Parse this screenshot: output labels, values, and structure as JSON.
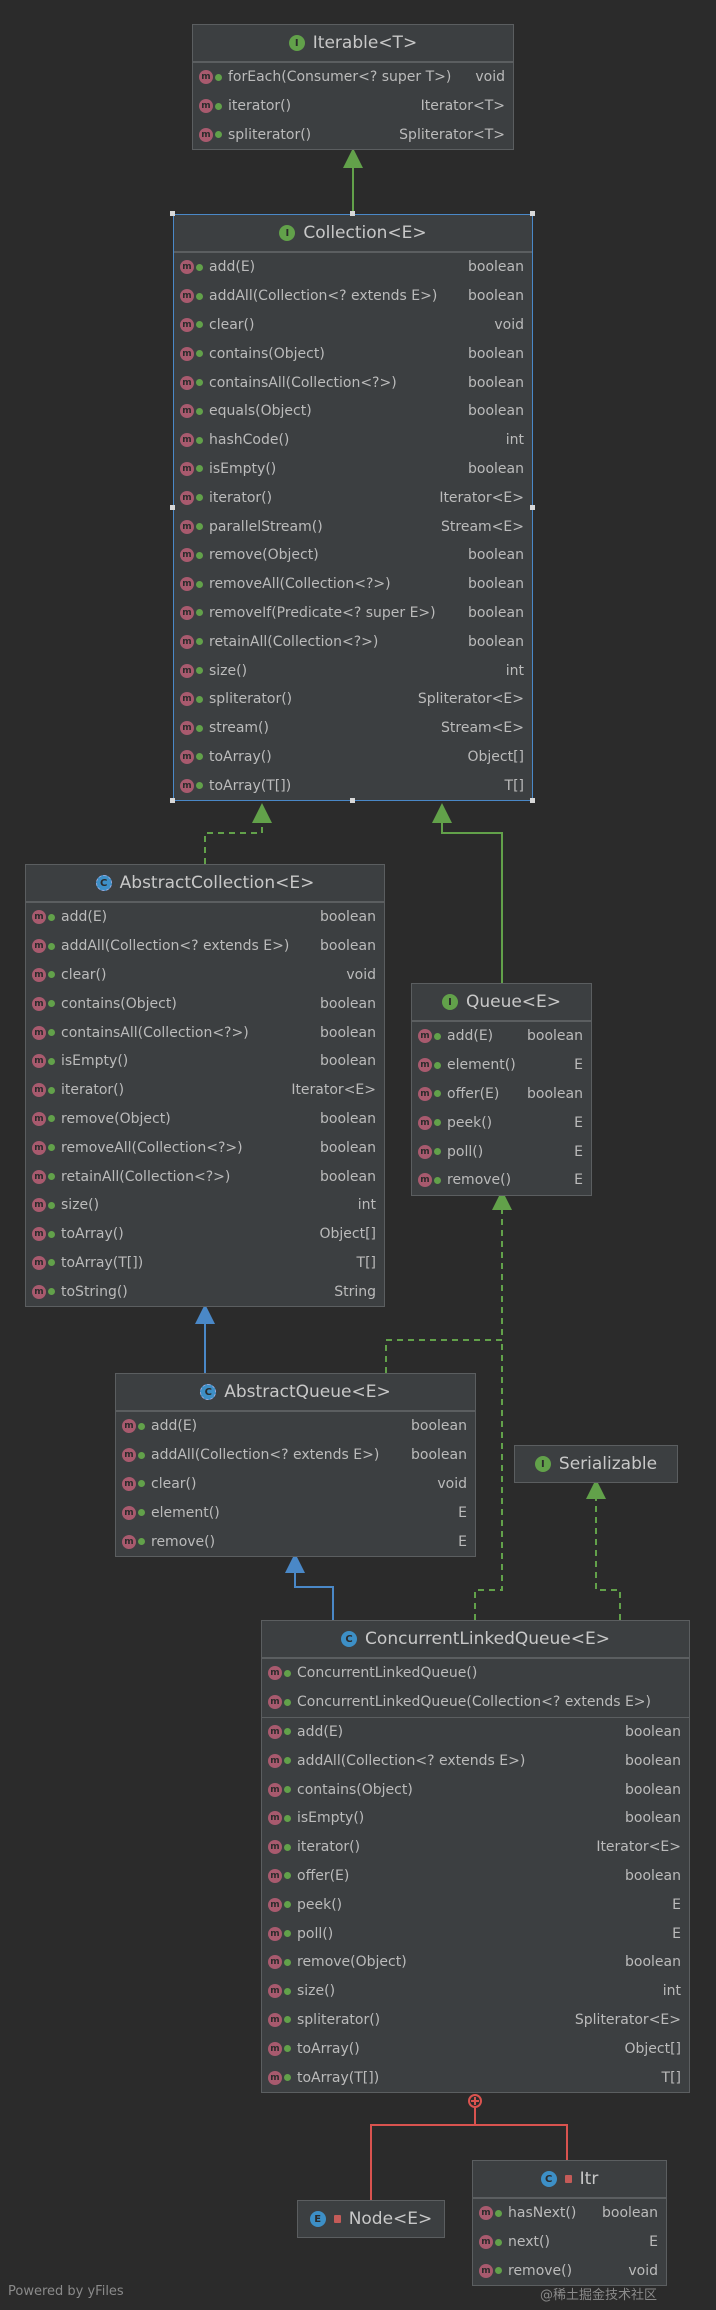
{
  "footer": {
    "powered_by": "Powered by yFiles",
    "watermark": "@稀土掘金技术社区"
  },
  "colors": {
    "background": "#2b2b2b",
    "node": "#3c3f41",
    "interface_edge": "#62a14a",
    "class_edge": "#4a88c7",
    "inner_edge": "#d9534f"
  },
  "nodes": [
    {
      "id": "iterable",
      "title": "Iterable<T>",
      "kind": "i",
      "sections": [
        [
          {
            "name": "forEach(Consumer<? super T>)",
            "type": "void"
          },
          {
            "name": "iterator()",
            "type": "Iterator<T>"
          },
          {
            "name": "spliterator()",
            "type": "Spliterator<T>"
          }
        ]
      ]
    },
    {
      "id": "collection",
      "title": "Collection<E>",
      "kind": "i",
      "sections": [
        [
          {
            "name": "add(E)",
            "type": "boolean"
          },
          {
            "name": "addAll(Collection<? extends E>)",
            "type": "boolean"
          },
          {
            "name": "clear()",
            "type": "void"
          },
          {
            "name": "contains(Object)",
            "type": "boolean"
          },
          {
            "name": "containsAll(Collection<?>)",
            "type": "boolean"
          },
          {
            "name": "equals(Object)",
            "type": "boolean"
          },
          {
            "name": "hashCode()",
            "type": "int"
          },
          {
            "name": "isEmpty()",
            "type": "boolean"
          },
          {
            "name": "iterator()",
            "type": "Iterator<E>"
          },
          {
            "name": "parallelStream()",
            "type": "Stream<E>"
          },
          {
            "name": "remove(Object)",
            "type": "boolean"
          },
          {
            "name": "removeAll(Collection<?>)",
            "type": "boolean"
          },
          {
            "name": "removeIf(Predicate<? super E>)",
            "type": "boolean"
          },
          {
            "name": "retainAll(Collection<?>)",
            "type": "boolean"
          },
          {
            "name": "size()",
            "type": "int"
          },
          {
            "name": "spliterator()",
            "type": "Spliterator<E>"
          },
          {
            "name": "stream()",
            "type": "Stream<E>"
          },
          {
            "name": "toArray()",
            "type": "Object[]"
          },
          {
            "name": "toArray(T[])",
            "type": "T[]"
          }
        ]
      ]
    },
    {
      "id": "abstractcollection",
      "title": "AbstractCollection<E>",
      "kind": "ac",
      "sections": [
        [
          {
            "name": "add(E)",
            "type": "boolean"
          },
          {
            "name": "addAll(Collection<? extends E>)",
            "type": "boolean"
          },
          {
            "name": "clear()",
            "type": "void"
          },
          {
            "name": "contains(Object)",
            "type": "boolean"
          },
          {
            "name": "containsAll(Collection<?>)",
            "type": "boolean"
          },
          {
            "name": "isEmpty()",
            "type": "boolean"
          },
          {
            "name": "iterator()",
            "type": "Iterator<E>"
          },
          {
            "name": "remove(Object)",
            "type": "boolean"
          },
          {
            "name": "removeAll(Collection<?>)",
            "type": "boolean"
          },
          {
            "name": "retainAll(Collection<?>)",
            "type": "boolean"
          },
          {
            "name": "size()",
            "type": "int"
          },
          {
            "name": "toArray()",
            "type": "Object[]"
          },
          {
            "name": "toArray(T[])",
            "type": "T[]"
          },
          {
            "name": "toString()",
            "type": "String"
          }
        ]
      ]
    },
    {
      "id": "queue",
      "title": "Queue<E>",
      "kind": "i",
      "sections": [
        [
          {
            "name": "add(E)",
            "type": "boolean"
          },
          {
            "name": "element()",
            "type": "E"
          },
          {
            "name": "offer(E)",
            "type": "boolean"
          },
          {
            "name": "peek()",
            "type": "E"
          },
          {
            "name": "poll()",
            "type": "E"
          },
          {
            "name": "remove()",
            "type": "E"
          }
        ]
      ]
    },
    {
      "id": "abstractqueue",
      "title": "AbstractQueue<E>",
      "kind": "ac",
      "sections": [
        [
          {
            "name": "add(E)",
            "type": "boolean"
          },
          {
            "name": "addAll(Collection<? extends E>)",
            "type": "boolean"
          },
          {
            "name": "clear()",
            "type": "void"
          },
          {
            "name": "element()",
            "type": "E"
          },
          {
            "name": "remove()",
            "type": "E"
          }
        ]
      ]
    },
    {
      "id": "serializable",
      "title": "Serializable",
      "kind": "i",
      "sections": []
    },
    {
      "id": "clq",
      "title": "ConcurrentLinkedQueue<E>",
      "kind": "c",
      "sections": [
        [
          {
            "name": "ConcurrentLinkedQueue()",
            "type": ""
          },
          {
            "name": "ConcurrentLinkedQueue(Collection<? extends E>)",
            "type": ""
          }
        ],
        [
          {
            "name": "add(E)",
            "type": "boolean"
          },
          {
            "name": "addAll(Collection<? extends E>)",
            "type": "boolean"
          },
          {
            "name": "contains(Object)",
            "type": "boolean"
          },
          {
            "name": "isEmpty()",
            "type": "boolean"
          },
          {
            "name": "iterator()",
            "type": "Iterator<E>"
          },
          {
            "name": "offer(E)",
            "type": "boolean"
          },
          {
            "name": "peek()",
            "type": "E"
          },
          {
            "name": "poll()",
            "type": "E"
          },
          {
            "name": "remove(Object)",
            "type": "boolean"
          },
          {
            "name": "size()",
            "type": "int"
          },
          {
            "name": "spliterator()",
            "type": "Spliterator<E>"
          },
          {
            "name": "toArray()",
            "type": "Object[]"
          },
          {
            "name": "toArray(T[])",
            "type": "T[]"
          }
        ]
      ]
    },
    {
      "id": "node",
      "title": "Node<E>",
      "kind": "e",
      "private": true,
      "sections": []
    },
    {
      "id": "itr",
      "title": "Itr",
      "kind": "c",
      "private": true,
      "sections": [
        [
          {
            "name": "hasNext()",
            "type": "boolean"
          },
          {
            "name": "next()",
            "type": "E"
          },
          {
            "name": "remove()",
            "type": "void"
          }
        ]
      ]
    }
  ]
}
